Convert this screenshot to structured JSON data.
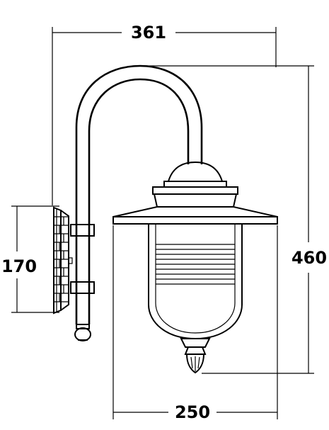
{
  "dimensions": {
    "top_width": "361",
    "bottom_width": "250",
    "right_height": "460",
    "left_height": "170"
  }
}
